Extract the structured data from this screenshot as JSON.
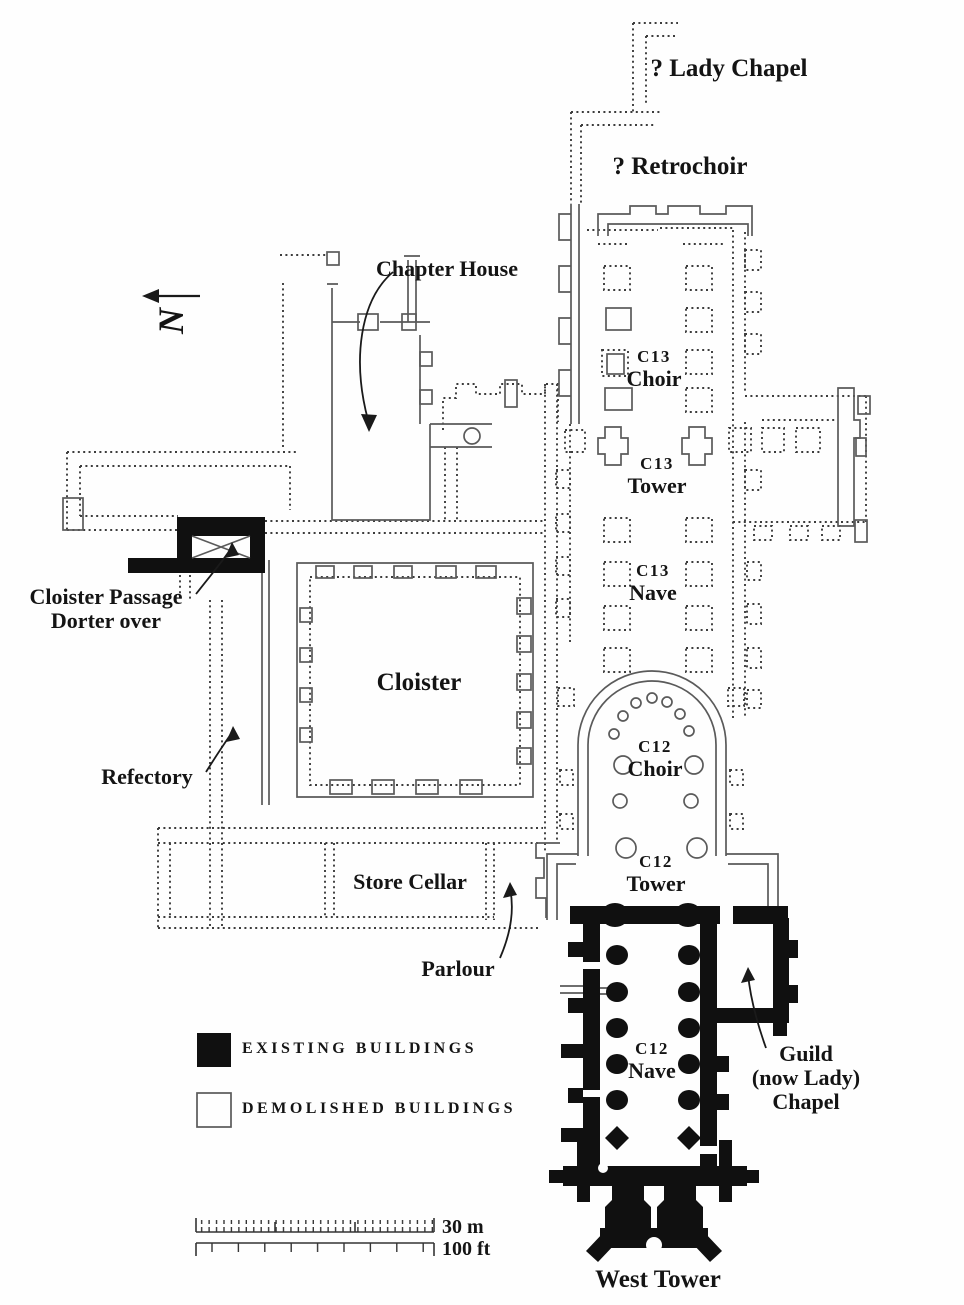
{
  "figure": {
    "type": "architectural-floor-plan",
    "subject": "Monastic church and claustral buildings, phased plan (C12 and C13 work)"
  },
  "north_indicator": {
    "letter": "N"
  },
  "labels": {
    "lady_chapel": "? Lady Chapel",
    "retrochoir": "? Retrochoir",
    "chapter_house": "Chapter House",
    "c13_choir": [
      "C13",
      "Choir"
    ],
    "c13_tower": [
      "C13",
      "Tower"
    ],
    "c13_nave": [
      "C13",
      "Nave"
    ],
    "cloister_passage": [
      "Cloister Passage",
      "Dorter over"
    ],
    "cloister": "Cloister",
    "refectory": "Refectory",
    "store_cellar": "Store Cellar",
    "c12_choir": [
      "C12",
      "Choir"
    ],
    "c12_tower": [
      "C12",
      "Tower"
    ],
    "parlour": "Parlour",
    "c12_nave": [
      "C12",
      "Nave"
    ],
    "guild_chapel": [
      "Guild",
      "(now Lady)",
      "Chapel"
    ],
    "west_tower": "West Tower"
  },
  "legend": {
    "items": [
      {
        "label": "EXISTING BUILDINGS",
        "swatch": "filled",
        "color": "#111111"
      },
      {
        "label": "DEMOLISHED BUILDINGS",
        "swatch": "outline",
        "color": "#ffffff"
      }
    ]
  },
  "scale_bar": {
    "metric": "30 m",
    "imperial": "100 ft"
  },
  "colors": {
    "ink": "#111111",
    "paper": "#fefefe",
    "thin_line": "#5a5a5a",
    "dotted_line": "#3c3c3c"
  }
}
